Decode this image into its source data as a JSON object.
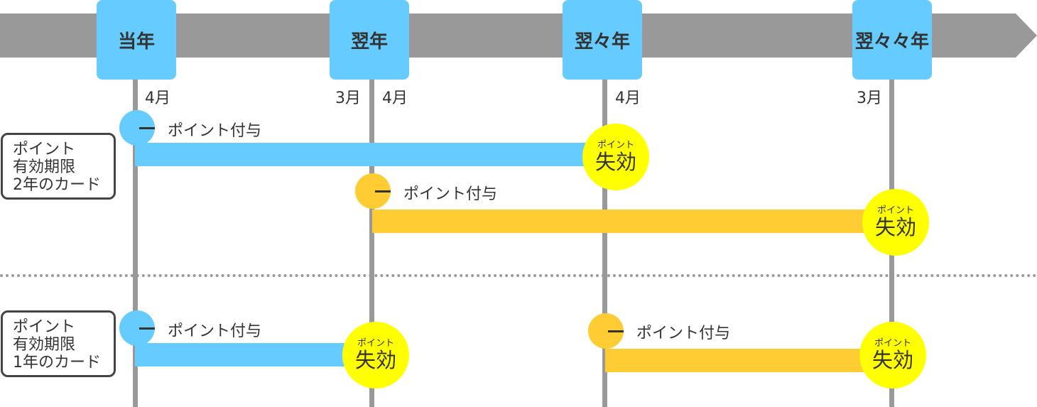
{
  "colors": {
    "timeline": "#999999",
    "year_box": "#66CCFF",
    "period_1": "#66CCFF",
    "period_2": "#FFCC33",
    "expire": "#FFFF00",
    "text": "#333333"
  },
  "years": [
    {
      "label": "当年"
    },
    {
      "label": "翌年"
    },
    {
      "label": "翌々年"
    },
    {
      "label": "翌々々年"
    }
  ],
  "months": {
    "y0_apr": "4月",
    "y1_mar": "3月",
    "y1_apr": "4月",
    "y2_apr": "4月",
    "y3_mar": "3月"
  },
  "cards": [
    {
      "lines": [
        "ポイント",
        "有効期限",
        "2年のカード"
      ]
    },
    {
      "lines": [
        "ポイント",
        "有効期限",
        "1年のカード"
      ]
    }
  ],
  "grant_label": "ポイント付与",
  "expire_small": "ポイント",
  "expire_large": "失効"
}
